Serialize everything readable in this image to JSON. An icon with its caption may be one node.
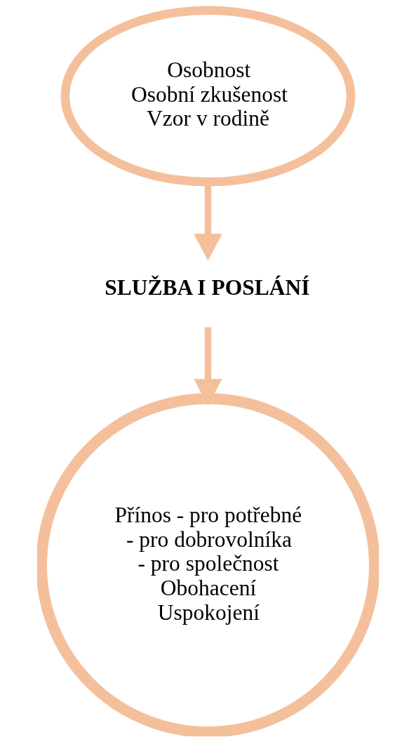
{
  "diagram": {
    "nodes": [
      {
        "text": [
          "Osobnost",
          "Osobní zkušenost",
          "Vzor v rodině"
        ]
      },
      {
        "text": [
          "SLUŽBA I POSLÁNÍ"
        ]
      },
      {
        "text": [
          "Přínos - pro potřebné",
          "- pro dobrovolníka",
          "- pro společnost",
          "Obohacení",
          "Uspokojení"
        ]
      }
    ],
    "edges": [
      {
        "from": 0,
        "to": 1,
        "arrow": "to"
      },
      {
        "from": 1,
        "to": 2,
        "arrow": "to"
      }
    ]
  }
}
